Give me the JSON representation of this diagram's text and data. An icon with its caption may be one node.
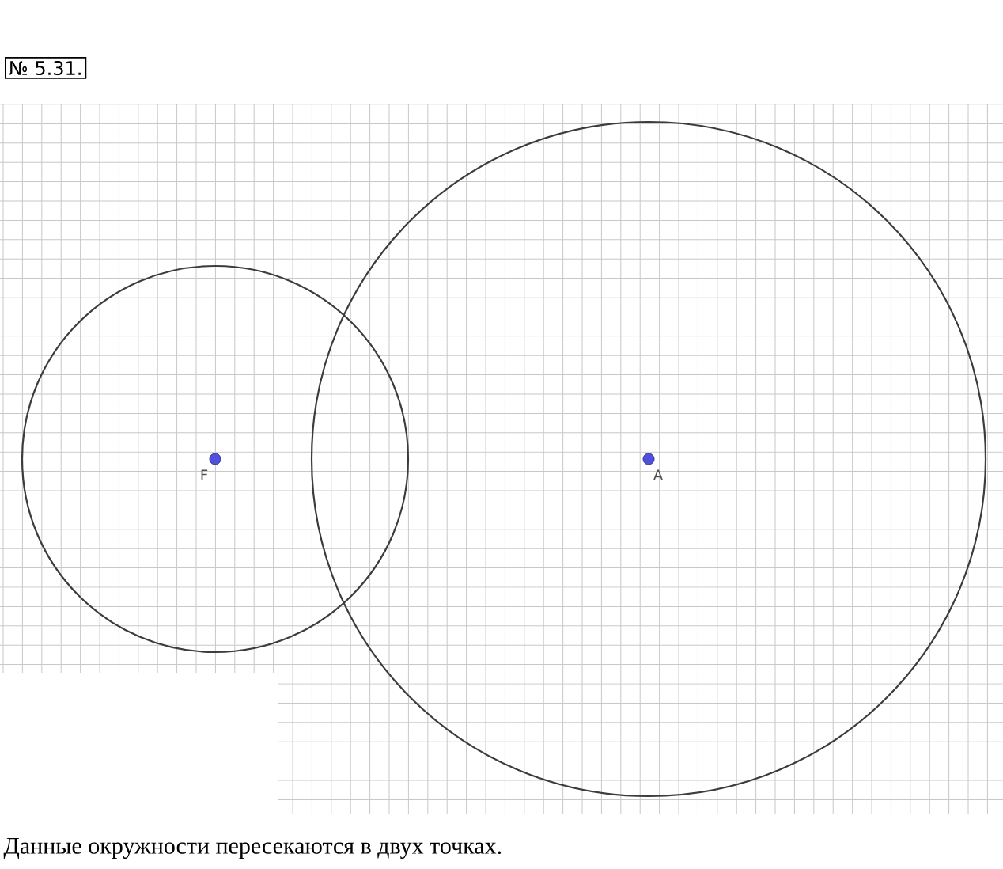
{
  "diagram": {
    "title": "№ 5.31.",
    "caption": "Данные окружности пересекаются в двух точках.",
    "labels": [
      "F",
      "A"
    ]
  }
}
